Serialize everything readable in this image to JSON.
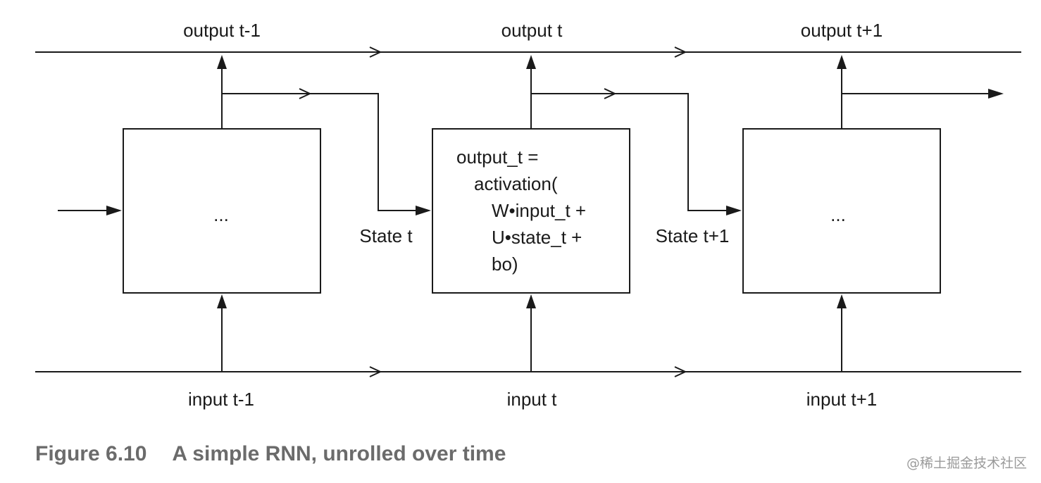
{
  "diagram": {
    "outputs": [
      "output t-1",
      "output t",
      "output t+1"
    ],
    "inputs": [
      "input t-1",
      "input t",
      "input t+1"
    ],
    "states": [
      "State t",
      "State t+1"
    ],
    "cells": [
      {
        "lines": [
          "..."
        ]
      },
      {
        "lines": [
          "output_t =",
          "activation(",
          "W•input_t +",
          "U•state_t +",
          "bo)"
        ]
      },
      {
        "lines": [
          "..."
        ]
      }
    ]
  },
  "caption": {
    "number": "Figure 6.10",
    "text": "A simple RNN, unrolled over time"
  },
  "watermark": "@稀土掘金技术社区"
}
